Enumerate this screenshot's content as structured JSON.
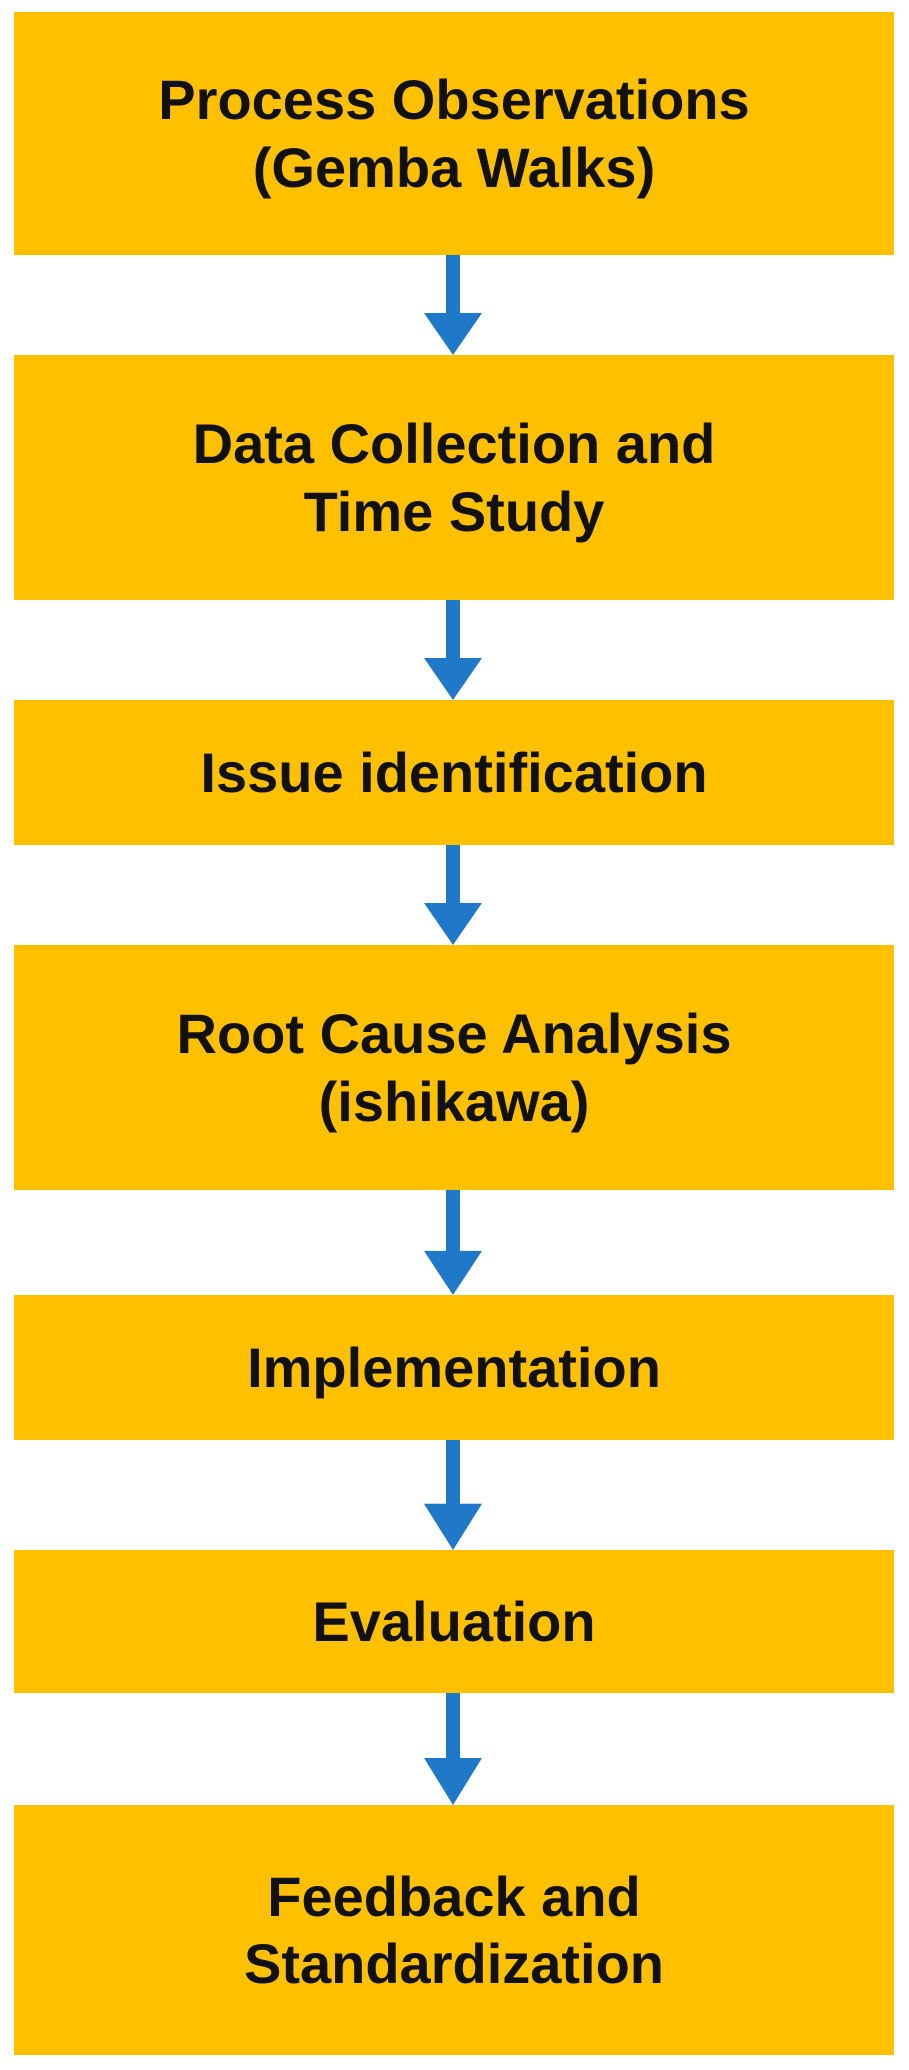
{
  "flow": {
    "step_1": "Process Observations\n(Gemba Walks)",
    "step_2": "Data Collection and\nTime Study",
    "step_3": "Issue identification",
    "step_4": "Root Cause Analysis\n(ishikawa)",
    "step_5": "Implementation",
    "step_6": "Evaluation",
    "step_7": "Feedback and\nStandardization"
  },
  "colors": {
    "box_fill": "#ffc000",
    "arrow": "#1f78c8",
    "text": "#111111"
  }
}
